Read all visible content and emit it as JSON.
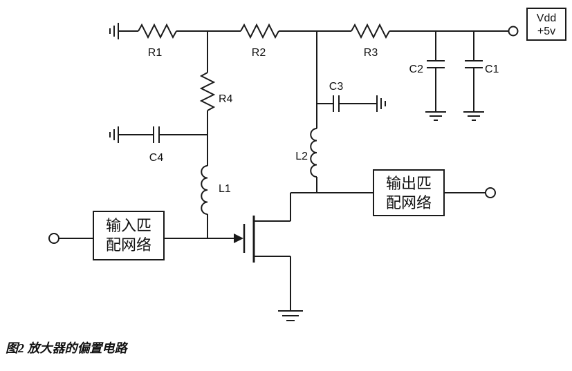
{
  "colors": {
    "ink": "#1a1a1a",
    "background": "#ffffff"
  },
  "components": {
    "r1": "R1",
    "r2": "R2",
    "r3": "R3",
    "r4": "R4",
    "c1": "C1",
    "c2": "C2",
    "c3": "C3",
    "c4": "C4",
    "l1": "L1",
    "l2": "L2"
  },
  "power_label": {
    "line1": "Vdd",
    "line2": "+5v"
  },
  "input_matching_network": {
    "line1": "输入匹",
    "line2": "配网络"
  },
  "output_matching_network": {
    "line1": "输出匹",
    "line2": "配网络"
  },
  "caption": "图2 放大器的偏置电路"
}
